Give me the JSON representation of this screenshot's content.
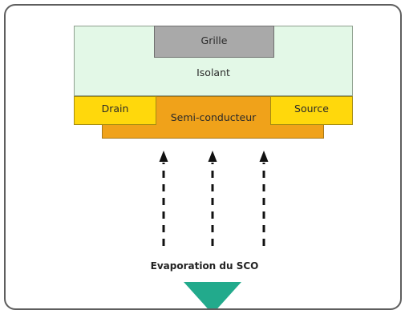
{
  "labels": {
    "grille": "Grille",
    "isolant": "Isolant",
    "drain": "Drain",
    "semi": "Semi-conducteur",
    "source": "Source",
    "evaporation": "Evaporation du SCO"
  },
  "colors": {
    "isolant": "#e3f8e7",
    "grille": "#a9a9a9",
    "semi_conducteur": "#f0a21a",
    "electrodes": "#ffd80c",
    "nozzle": "#22aa8c",
    "arrows": "#111111"
  },
  "icons": [
    "dashed-arrow-up-icon",
    "evaporation-source-icon"
  ]
}
